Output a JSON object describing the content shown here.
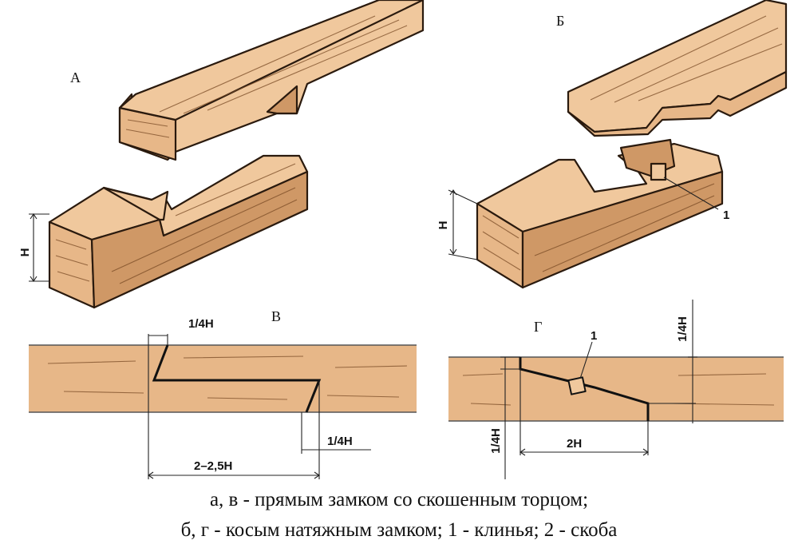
{
  "labels": {
    "a": "А",
    "b": "Б",
    "v": "В",
    "g": "Г"
  },
  "dimensions": {
    "h_a": "Н",
    "h_b": "Н",
    "quarter_h_top": "1/4Н",
    "quarter_h_right": "1/4Н",
    "span_v": "2–2,5Н",
    "quarter_h_g_right": "1/4Н",
    "quarter_h_g_left": "1/4Н",
    "span_g": "2Н",
    "wedge_b": "1",
    "wedge_g": "1"
  },
  "caption": {
    "line1": "а, в - прямым замком со скошенным торцом;",
    "line2": "б, г - косым натяжным замком; 1 - клинья; 2 - скоба"
  },
  "colors": {
    "wood": "#e7b788",
    "wood_light": "#f0c89d",
    "wood_dark": "#cf9866",
    "ink": "#2a1a0e"
  }
}
